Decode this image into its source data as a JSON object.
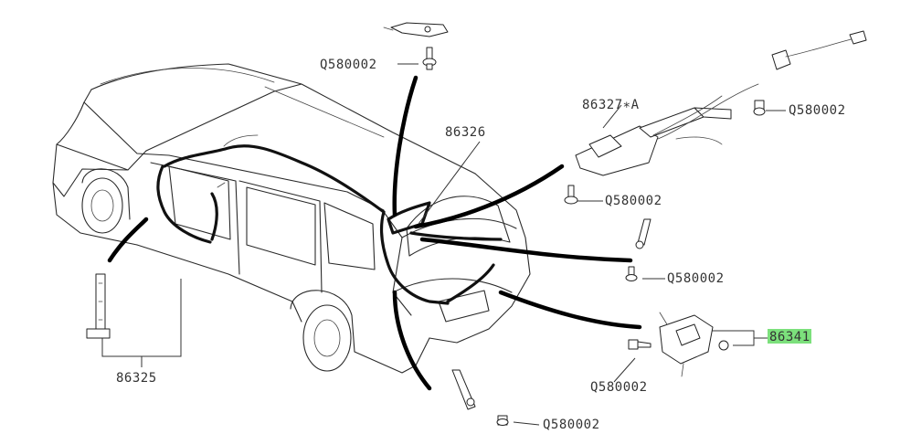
{
  "diagram": {
    "labels": {
      "bolt_top": "Q580002",
      "bolt_upper_right": "Q580002",
      "bolt_mid_right": "Q580002",
      "bolt_right_bracket": "Q580002",
      "bolt_lower_right": "Q580002",
      "bolt_bottom": "Q580002",
      "part_86326": "86326",
      "part_86327a": "86327∗A",
      "part_86341": "86341",
      "part_86325": "86325"
    },
    "colors": {
      "line": "#2a2a2a",
      "harness": "#111111",
      "highlight": "#7CE07C"
    }
  }
}
